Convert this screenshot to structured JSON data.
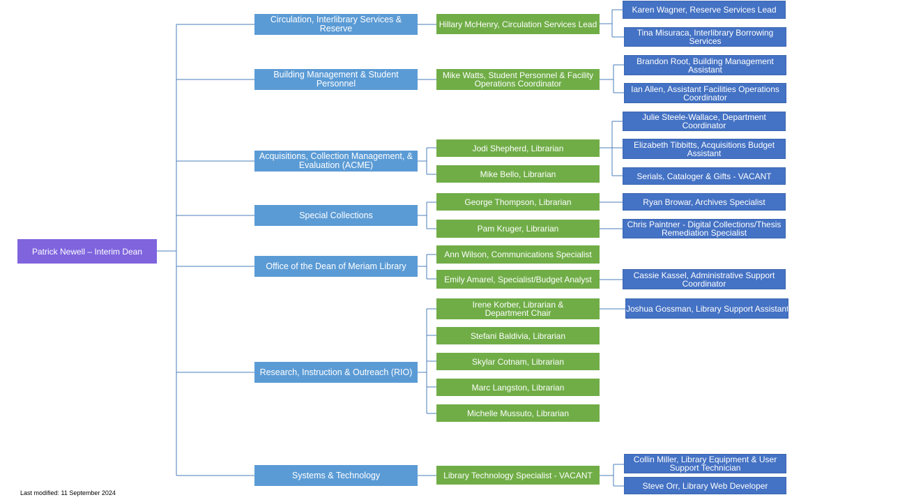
{
  "root": "Patrick Newell – Interim Dean",
  "departments": {
    "circulation": "Circulation, Interlibrary Services & Reserve",
    "building": "Building Management & Student Personnel",
    "acme": "Acquisitions, Collection Management, & Evaluation (ACME)",
    "special": "Special Collections",
    "dean_office": "Office of the Dean of Meriam Library",
    "rio": "Research, Instruction & Outreach (RIO)",
    "systems": "Systems & Technology"
  },
  "leads": {
    "circulation": [
      "Hillary McHenry, Circulation Services Lead"
    ],
    "building": [
      "Mike Watts, Student Personnel & Facility Operations Coordinator"
    ],
    "acme": [
      "Jodi Shepherd, Librarian",
      "Mike Bello, Librarian"
    ],
    "special": [
      "George Thompson, Librarian",
      "Pam Kruger, Librarian"
    ],
    "dean_office": [
      "Ann Wilson, Communications Specialist",
      "Emily Amarel, Specialist/Budget Analyst"
    ],
    "rio": [
      "Irene Korber, Librarian & Department Chair",
      "Stefani Baldivia, Librarian",
      "Skylar Cotnam, Librarian",
      "Marc Langston, Librarian",
      "Michelle Mussuto, Librarian"
    ],
    "systems": [
      "Library Technology Specialist - VACANT"
    ]
  },
  "staff": {
    "circulation": [
      "Karen Wagner, Reserve Services Lead",
      "Tina Misuraca, Interlibrary Borrowing Services"
    ],
    "building": [
      "Brandon Root, Building Management Assistant",
      "Ian Allen, Assistant Facilities Operations Coordinator"
    ],
    "acme": [
      "Julie Steele-Wallace, Department Coordinator",
      "Elizabeth Tibbitts, Acquisitions Budget Assistant",
      "Serials, Cataloger & Gifts - VACANT"
    ],
    "special_thompson": [
      "Ryan Browar, Archives Specialist"
    ],
    "special_kruger": [
      "Chris Paintner - Digital Collections/Thesis Remediation Specialist"
    ],
    "dean_office": [
      "Cassie Kassel, Administrative Support Coordinator"
    ],
    "rio": [
      "Joshua Gossman, Library Support Assistant"
    ],
    "systems": [
      "Collin Miller, Library Equipment & User Support Technician",
      "Steve Orr, Library Web Developer"
    ]
  },
  "footer": "Last modified: 11 September 2024"
}
